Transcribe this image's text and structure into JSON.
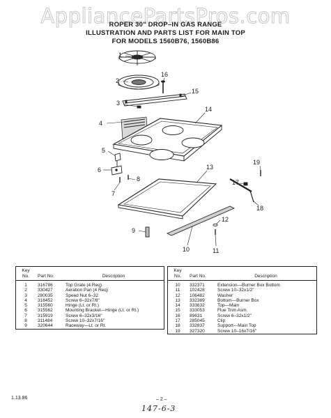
{
  "watermark": "AppliancePartsPros.com",
  "header": {
    "line1": "ROPER 30\" DROP–IN GAS RANGE",
    "line2": "ILLUSTRATION AND PARTS LIST FOR MAIN TOP",
    "line3": "FOR MODELS 1560B76, 1560B86"
  },
  "callouts": [
    "1",
    "2",
    "16",
    "15",
    "3",
    "14",
    "4",
    "5",
    "6",
    "8",
    "7",
    "13",
    "19",
    "17",
    "18",
    "12",
    "9",
    "10",
    "11"
  ],
  "parts_table": {
    "headers": {
      "key": "Key No.",
      "part": "Part No.",
      "description": "Description"
    },
    "left": [
      {
        "key": "1",
        "part": "316786",
        "description": "Top Grate (4 Req)"
      },
      {
        "key": "2",
        "part": "330427",
        "description": "Aeration Pan (4 Req)"
      },
      {
        "key": "3",
        "part": "280035",
        "description": "Speed Nut 6–32"
      },
      {
        "key": "4",
        "part": "316452",
        "description": "Screw 6–32x7/8\""
      },
      {
        "key": "5",
        "part": "315560",
        "description": "Hinge (Lt. or Rt.)"
      },
      {
        "key": "6",
        "part": "315562",
        "description": "Mounting Bracket—Hinge (Lt. or Rt.)"
      },
      {
        "key": "7",
        "part": "315919",
        "description": "Screw 6–32x3/16\""
      },
      {
        "key": "8",
        "part": "311484",
        "description": "Screw 10–32x7/16\""
      },
      {
        "key": "9",
        "part": "320644",
        "description": "Raceway—Lt. or Rt."
      }
    ],
    "right": [
      {
        "key": "10",
        "part": "332371",
        "description": "Extension—Burner Box Bottom"
      },
      {
        "key": "11",
        "part": "102428",
        "description": "Screw 10–32x1/2\""
      },
      {
        "key": "12",
        "part": "106482",
        "description": "Washer"
      },
      {
        "key": "13",
        "part": "332389",
        "description": "Bottom—Burner Box"
      },
      {
        "key": "14",
        "part": "333632",
        "description": "Top—Main"
      },
      {
        "key": "15",
        "part": "333053",
        "description": "Flue Trim Asm."
      },
      {
        "key": "16",
        "part": "89631",
        "description": "Screw 6–32x1/2\""
      },
      {
        "key": "17",
        "part": "285045",
        "description": "Clip"
      },
      {
        "key": "18",
        "part": "332837",
        "description": "Support—Main Top"
      },
      {
        "key": "19",
        "part": "327320",
        "description": "Screw 10–16x7/16\""
      }
    ]
  },
  "footer": {
    "date": "1.13.86",
    "page": "– 2 –",
    "handwritten": "147-6-3"
  }
}
